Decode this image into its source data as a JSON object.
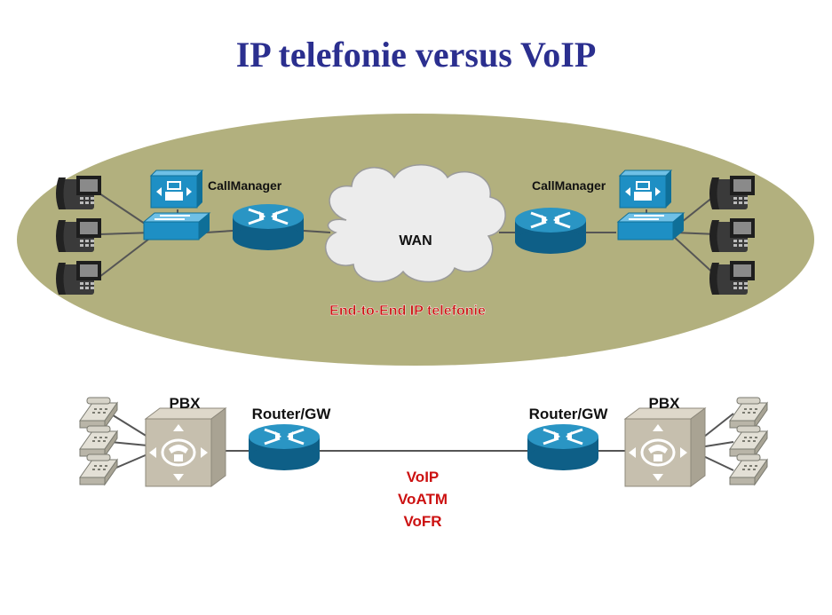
{
  "title": "IP telefonie versus VoIP",
  "ip_section": {
    "callmanager_left": "CallManager",
    "callmanager_right": "CallManager",
    "wan_label": "WAN",
    "caption": "End-to-End IP telefonie"
  },
  "voip_section": {
    "pbx_left": "PBX",
    "pbx_right": "PBX",
    "router_left": "Router/GW",
    "router_right": "Router/GW",
    "protocols": [
      "VoIP",
      "VoATM",
      "VoFR"
    ]
  },
  "colors": {
    "title": "#2b2f8f",
    "ellipse": "#b2b07e",
    "router": "#1f86b4",
    "protocol_text": "#cc1111",
    "pbx": "#cdc7b7"
  }
}
